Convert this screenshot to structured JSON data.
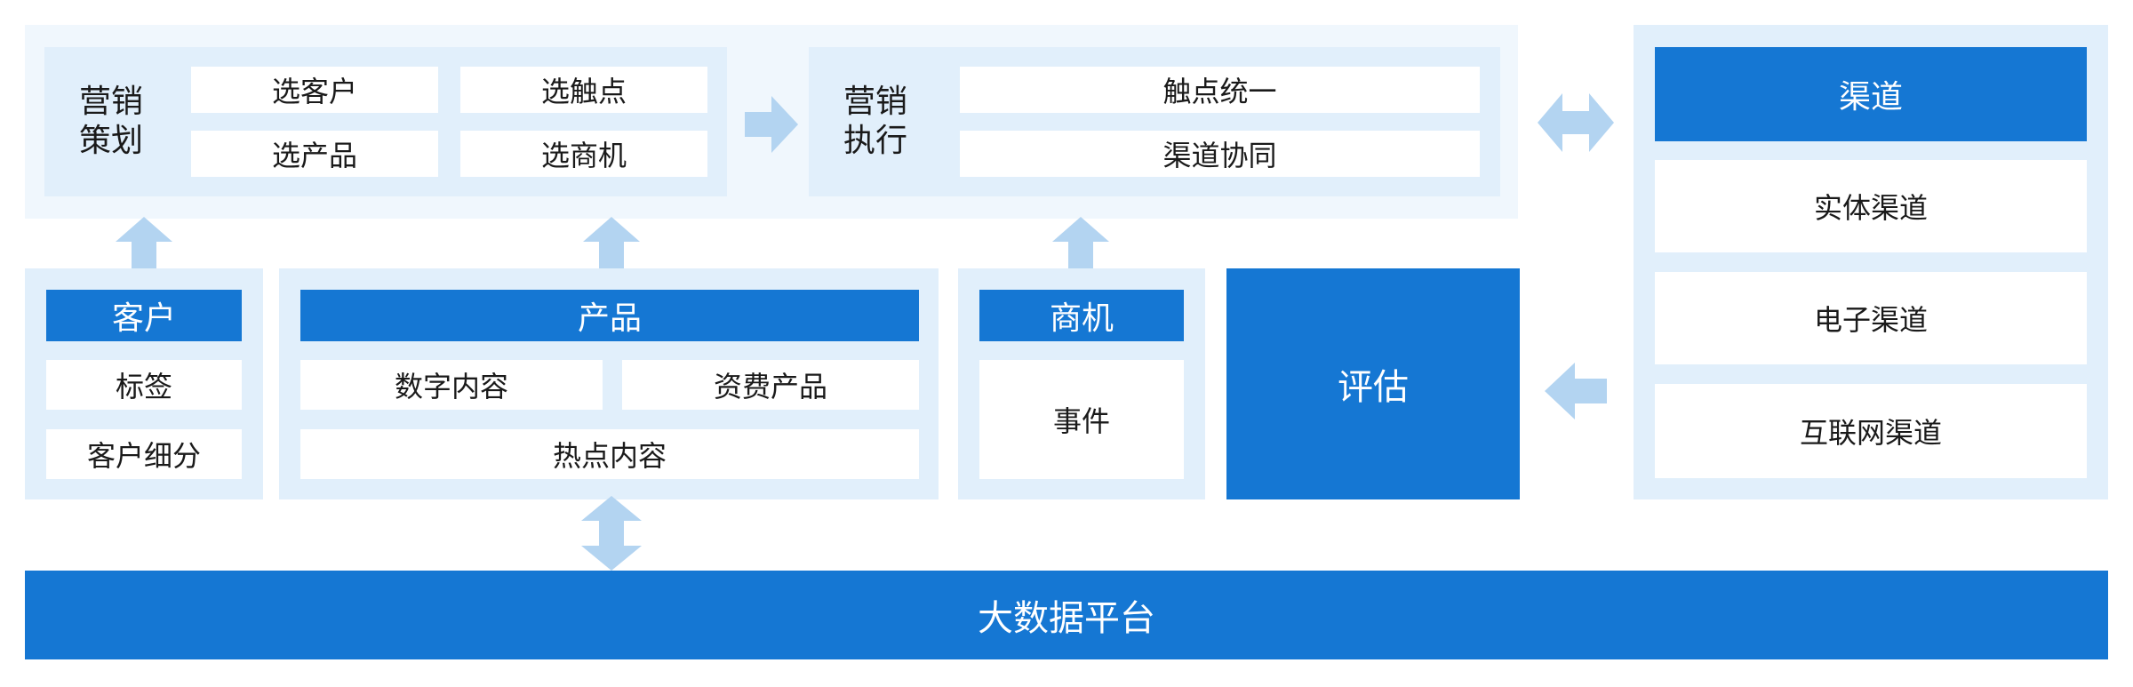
{
  "colors": {
    "primary": "#1577d3",
    "panel_light": "#e1effb",
    "panel_pale": "#f0f7fd",
    "arrow": "#b3d4f1"
  },
  "planning": {
    "title_line1": "营销",
    "title_line2": "策划",
    "items": [
      "选客户",
      "选触点",
      "选产品",
      "选商机"
    ]
  },
  "execution": {
    "title_line1": "营销",
    "title_line2": "执行",
    "items": [
      "触点统一",
      "渠道协同"
    ]
  },
  "channels": {
    "header": "渠道",
    "items": [
      "实体渠道",
      "电子渠道",
      "互联网渠道"
    ]
  },
  "customer": {
    "header": "客户",
    "items": [
      "标签",
      "客户细分"
    ]
  },
  "product": {
    "header": "产品",
    "items": [
      "数字内容",
      "资费产品",
      "热点内容"
    ]
  },
  "opportunity": {
    "header": "商机",
    "items": [
      "事件"
    ]
  },
  "evaluation": {
    "label": "评估"
  },
  "platform": {
    "label": "大数据平台"
  }
}
